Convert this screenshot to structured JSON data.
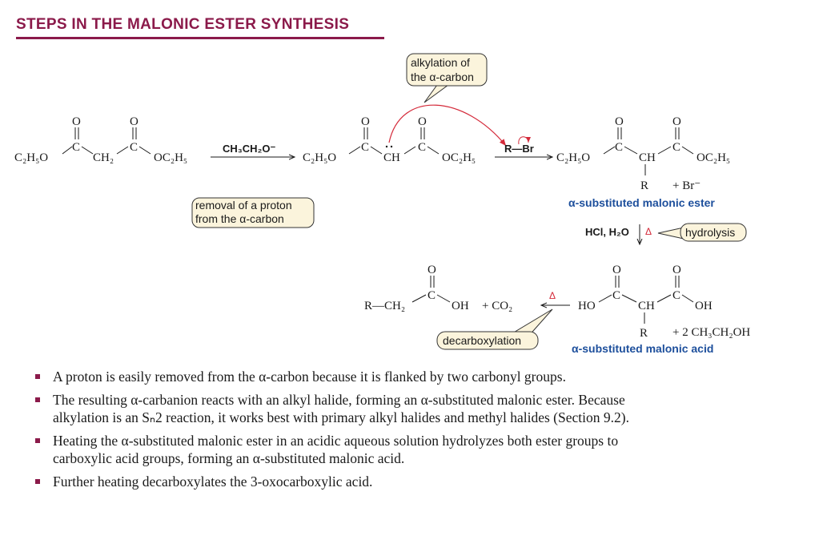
{
  "title": "STEPS IN THE MALONIC ESTER SYNTHESIS",
  "scheme": {
    "o": "O",
    "c": "C",
    "c2h5o": "C₂H₅O",
    "ch2": "CH₂",
    "oc2h5": "OC₂H₅",
    "ch": "CH",
    "r": "R",
    "oh": "OH",
    "ho": "HO",
    "base": "CH₃CH₂O⁻",
    "rbr": "R—Br",
    "plus_br": "+ Br⁻",
    "hcl": "HCl, H₂O",
    "delta": "Δ",
    "plus_ethanol": "+ 2 CH₃CH₂OH",
    "rch2": "R—CH₂",
    "plus_co2": "+ CO₂",
    "label_ester": "α-substituted malonic ester",
    "label_acid": "α-substituted malonic acid",
    "bubble_alkylation_1": "alkylation of",
    "bubble_alkylation_2": "the α-carbon",
    "bubble_removal_1": "removal of a proton",
    "bubble_removal_2": "from the α-carbon",
    "bubble_hydrolysis": "hydrolysis",
    "bubble_decarboxylation": "decarboxylation"
  },
  "bullets": [
    "A proton is easily removed from the α-carbon because it is flanked by two carbonyl groups.",
    "The resulting α-carbanion reacts with an alkyl halide, forming an α-substituted malonic ester. Because alkylation is an Sₙ2 reaction, it works best with primary alkyl halides and methyl halides (Section 9.2).",
    "Heating the α-substituted malonic ester in an acidic aqueous solution hydrolyzes both ester groups to carboxylic acid groups, forming an α-substituted malonic acid.",
    "Further heating decarboxylates the 3-oxocarboxylic acid."
  ]
}
